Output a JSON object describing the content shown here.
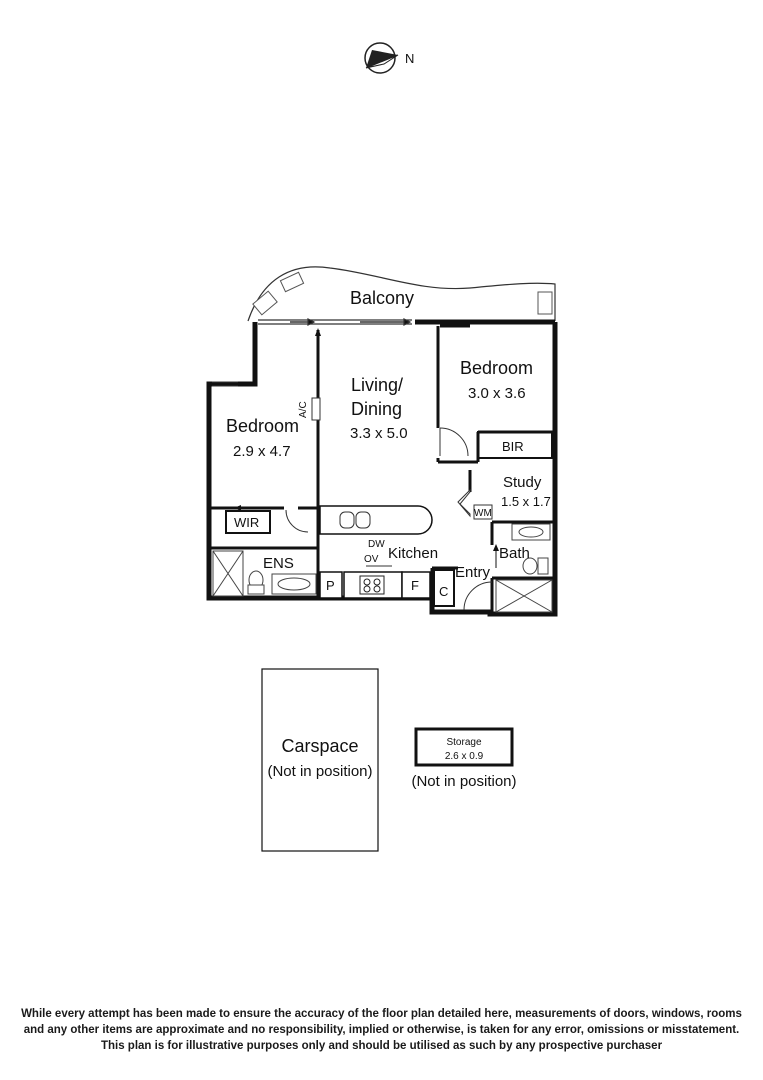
{
  "compass": {
    "label": "N"
  },
  "rooms": {
    "balcony": "Balcony",
    "living": {
      "name_line1": "Living/",
      "name_line2": "Dining",
      "dims": "3.3 x 5.0"
    },
    "bedroom_left": {
      "name": "Bedroom",
      "dims": "2.9 x 4.7"
    },
    "bedroom_right": {
      "name": "Bedroom",
      "dims": "3.0 x 3.6"
    },
    "bir": "BIR",
    "study": {
      "name": "Study",
      "dims": "1.5 x 1.7"
    },
    "wm": "WM",
    "wir": "WIR",
    "ens": "ENS",
    "kitchen": "Kitchen",
    "dw": "DW",
    "ov": "OV",
    "pantry": "P",
    "fridge": "F",
    "cupboard": "C",
    "entry": "Entry",
    "bath": "Bath",
    "ac": "A/C"
  },
  "carspace": {
    "name": "Carspace",
    "note": "(Not in position)"
  },
  "storage": {
    "name": "Storage",
    "dims": "2.6 x 0.9",
    "note": "(Not in position)"
  },
  "disclaimer": [
    "While every attempt has been made to ensure the accuracy of the floor plan detailed here, measurements of doors, windows, rooms",
    "and any other items are approximate and no responsibility, implied or otherwise, is taken for any error, omissions or misstatement.",
    "This plan is for illustrative purposes only and should be utilised as such by any prospective purchaser"
  ]
}
